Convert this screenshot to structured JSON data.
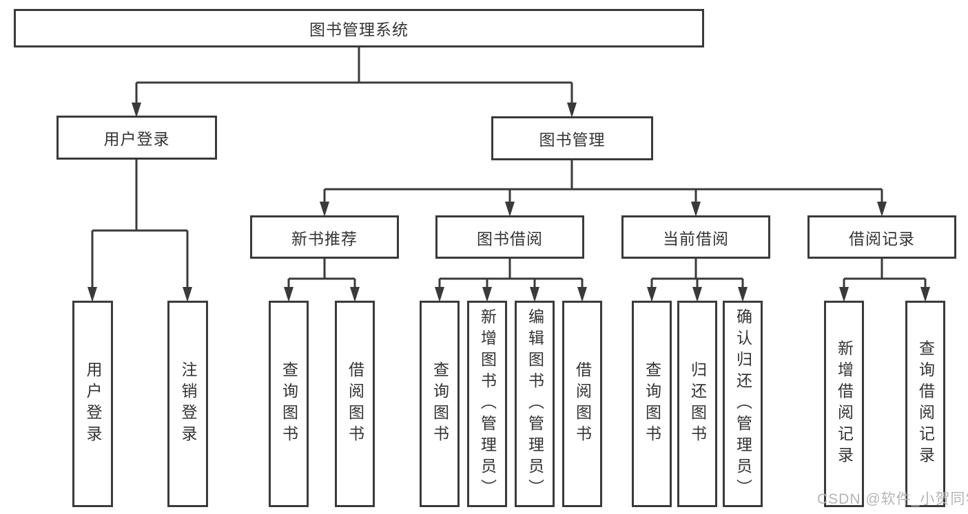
{
  "title": "图书管理系统",
  "watermark": "CSDN @软件_小贺同学",
  "colors": {
    "line": "#3a3a3a",
    "text": "#333333",
    "background": "#ffffff",
    "watermark": "#b5b5b5"
  },
  "tree": {
    "label": "图书管理系统",
    "children": [
      {
        "label": "用户登录",
        "children": [
          {
            "label": "用户登录"
          },
          {
            "label": "注销登录"
          }
        ]
      },
      {
        "label": "图书管理",
        "children": [
          {
            "label": "新书推荐",
            "children": [
              {
                "label": "查询图书"
              },
              {
                "label": "借阅图书"
              }
            ]
          },
          {
            "label": "图书借阅",
            "children": [
              {
                "label": "查询图书"
              },
              {
                "label": "新增图书（管理员）"
              },
              {
                "label": "编辑图书（管理员）"
              },
              {
                "label": "借阅图书"
              }
            ]
          },
          {
            "label": "当前借阅",
            "children": [
              {
                "label": "查询图书"
              },
              {
                "label": "归还图书"
              },
              {
                "label": "确认归还（管理员）"
              }
            ]
          },
          {
            "label": "借阅记录",
            "children": [
              {
                "label": "新增借阅记录"
              },
              {
                "label": "查询借阅记录"
              }
            ]
          }
        ]
      }
    ]
  }
}
